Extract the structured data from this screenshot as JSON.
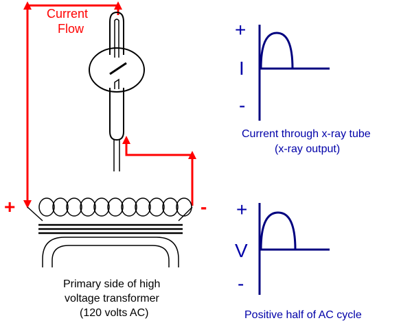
{
  "colors": {
    "wire": "#ff0000",
    "ink": "#000000",
    "graph": "#00007f",
    "label_blue": "#0000a8"
  },
  "labels": {
    "current_flow_line1": "Current",
    "current_flow_line2": "Flow",
    "transformer_plus": "+",
    "transformer_minus": "-",
    "transformer_caption_line1": "Primary side of high",
    "transformer_caption_line2": "voltage transformer",
    "transformer_caption_line3": "(120 volts AC)"
  },
  "graph_current": {
    "plus": "+",
    "axis_symbol": "I",
    "minus": "-",
    "caption_line1": "Current through x-ray tube",
    "caption_line2": "(x-ray output)"
  },
  "graph_voltage": {
    "plus": "+",
    "axis_symbol": "V",
    "minus": "-",
    "caption_line1": "Positive half of AC cycle"
  }
}
